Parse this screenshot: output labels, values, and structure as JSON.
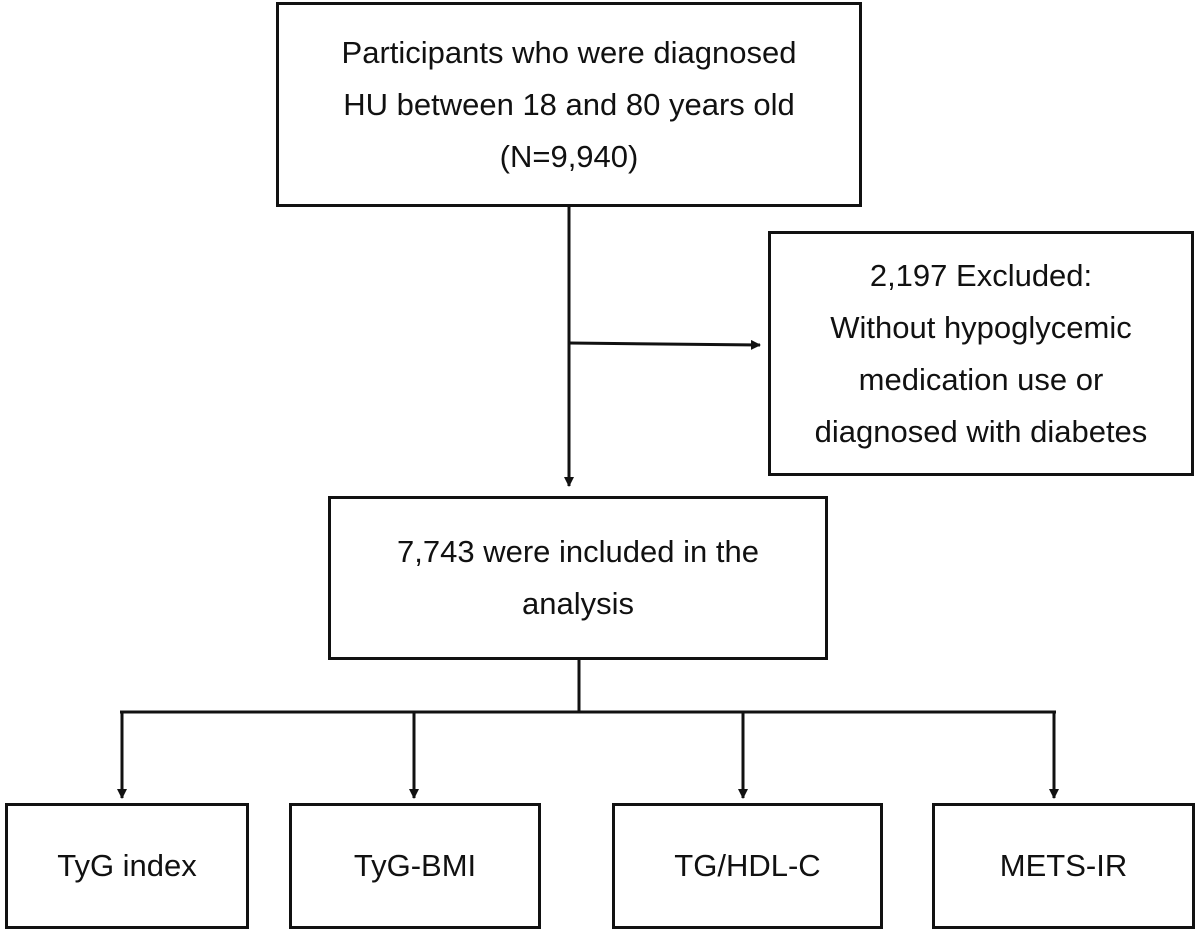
{
  "flowchart": {
    "start": {
      "lines": [
        "Participants who were diagnosed",
        "HU between 18 and 80 years old",
        "(N=9,940)"
      ]
    },
    "excluded": {
      "lines": [
        "2,197 Excluded:",
        "Without hypoglycemic",
        "medication use or",
        "diagnosed with diabetes"
      ]
    },
    "included": {
      "lines": [
        "7,743 were included in the",
        "analysis"
      ]
    },
    "outcomes": [
      {
        "label": "TyG index"
      },
      {
        "label": "TyG-BMI"
      },
      {
        "label": "TG/HDL-C"
      },
      {
        "label": "METS-IR"
      }
    ]
  },
  "colors": {
    "stroke": "#111111",
    "background": "#ffffff"
  }
}
